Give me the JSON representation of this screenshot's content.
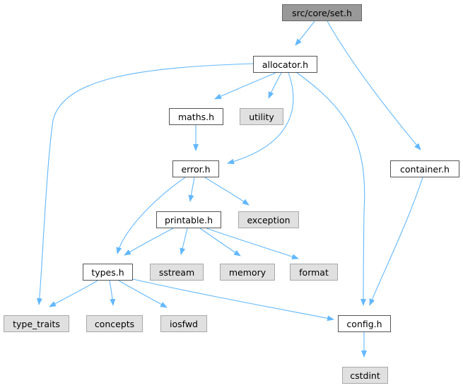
{
  "colors": {
    "edge": "#63b8ff",
    "root_fill": "#999999",
    "system_fill": "#e0e0e0",
    "local_border": "#555555"
  },
  "nodes": {
    "set_h": "src/core/set.h",
    "allocator_h": "allocator.h",
    "maths_h": "maths.h",
    "utility": "utility",
    "error_h": "error.h",
    "container_h": "container.h",
    "printable_h": "printable.h",
    "exception": "exception",
    "types_h": "types.h",
    "sstream": "sstream",
    "memory": "memory",
    "format": "format",
    "type_traits": "type_traits",
    "concepts": "concepts",
    "iosfwd": "iosfwd",
    "config_h": "config.h",
    "cstdint": "cstdint"
  },
  "edges": [
    [
      "set_h",
      "allocator_h"
    ],
    [
      "set_h",
      "container_h"
    ],
    [
      "allocator_h",
      "type_traits"
    ],
    [
      "allocator_h",
      "maths_h"
    ],
    [
      "allocator_h",
      "utility"
    ],
    [
      "allocator_h",
      "error_h"
    ],
    [
      "allocator_h",
      "config_h"
    ],
    [
      "maths_h",
      "error_h"
    ],
    [
      "error_h",
      "printable_h"
    ],
    [
      "error_h",
      "exception"
    ],
    [
      "error_h",
      "types_h"
    ],
    [
      "printable_h",
      "types_h"
    ],
    [
      "printable_h",
      "sstream"
    ],
    [
      "printable_h",
      "memory"
    ],
    [
      "printable_h",
      "format"
    ],
    [
      "types_h",
      "type_traits"
    ],
    [
      "types_h",
      "concepts"
    ],
    [
      "types_h",
      "iosfwd"
    ],
    [
      "types_h",
      "config_h"
    ],
    [
      "container_h",
      "config_h"
    ],
    [
      "config_h",
      "cstdint"
    ]
  ]
}
